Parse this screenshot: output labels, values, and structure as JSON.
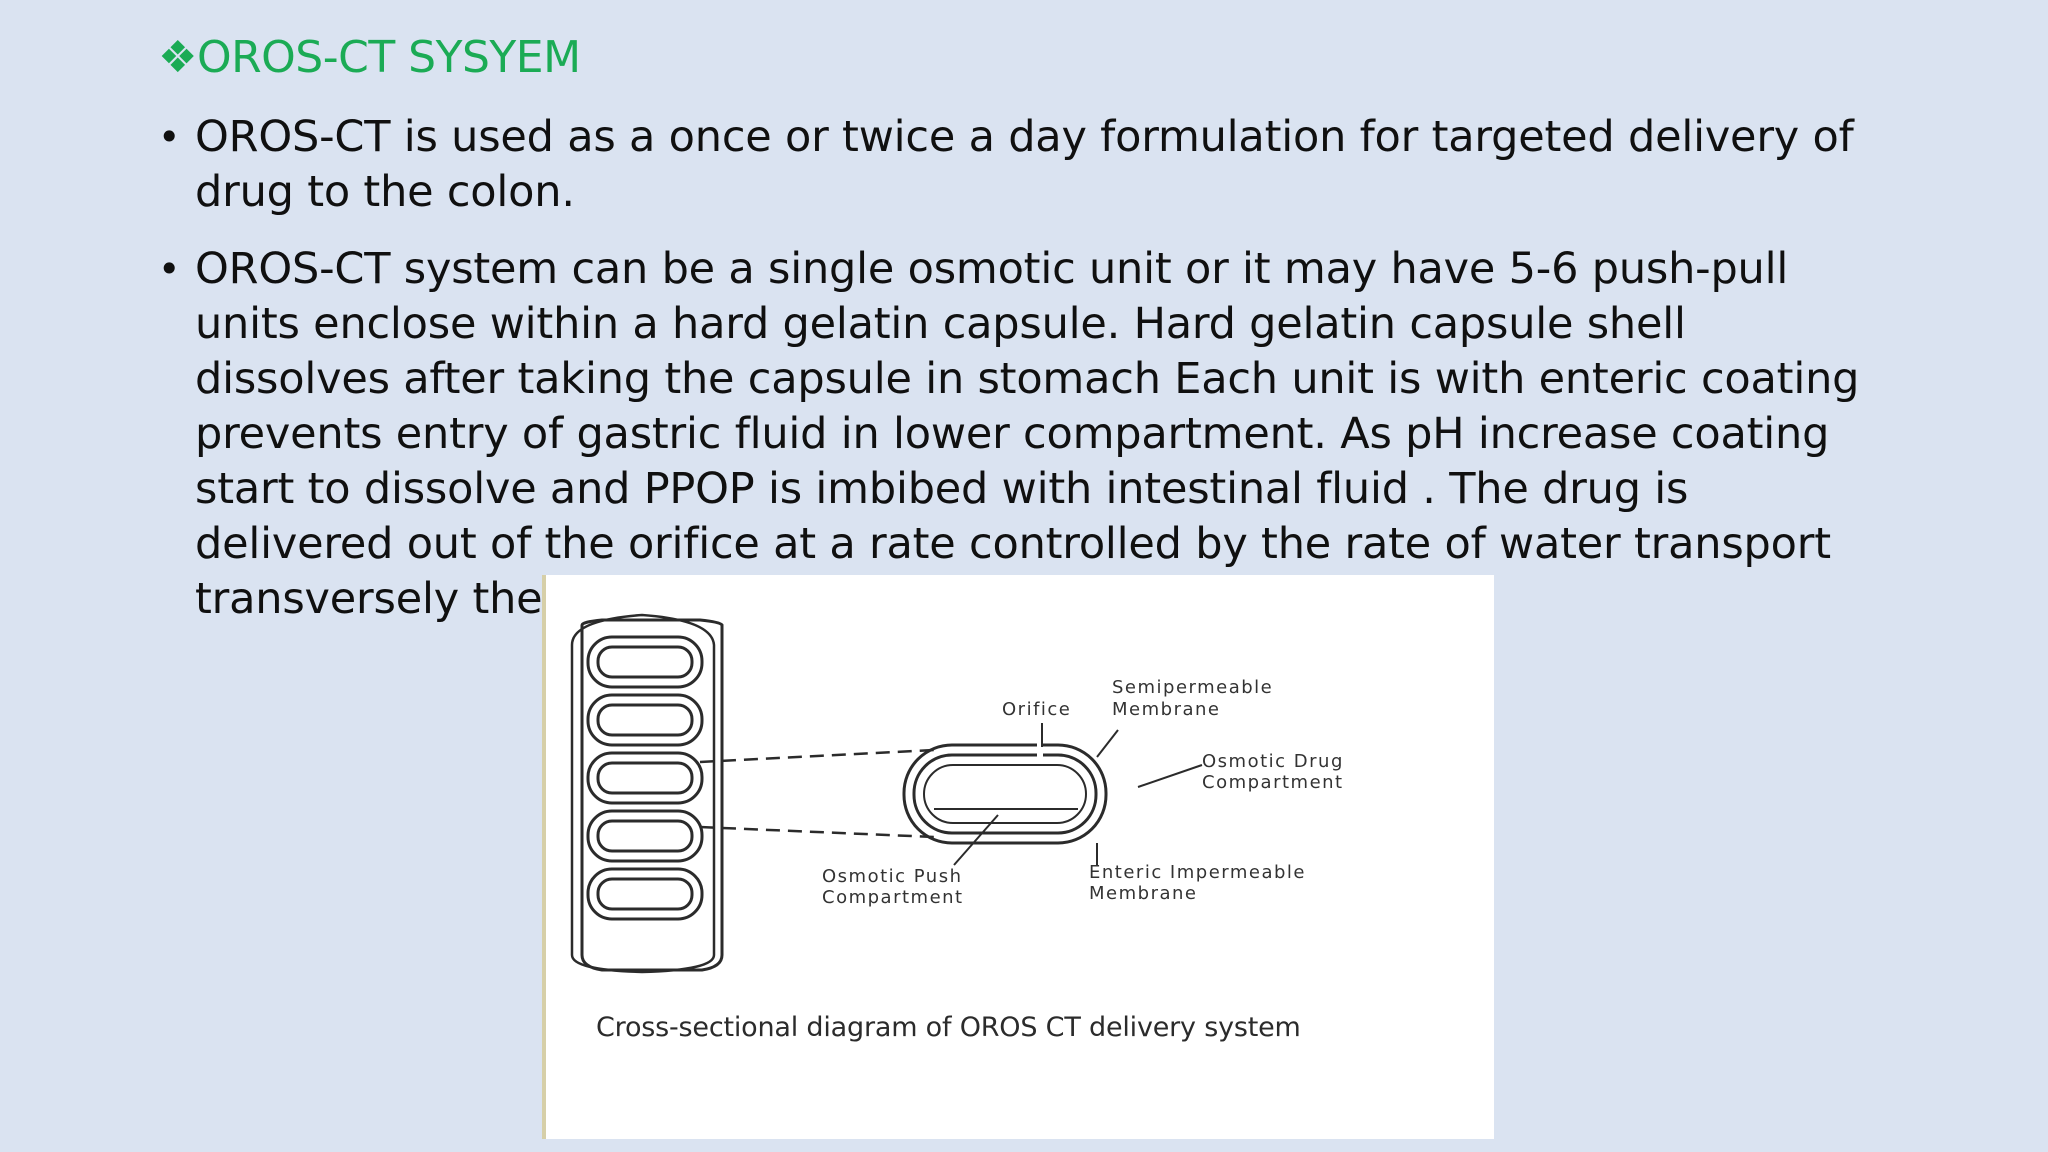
{
  "slide": {
    "heading_symbol": "❖",
    "heading": "OROS-CT SYSYEM",
    "bullets": [
      "OROS-CT is used as a once or twice a day formulation for targeted delivery of drug to the colon.",
      "OROS-CT system can be a single osmotic unit or it may have 5-6 push-pull units enclose within a hard gelatin capsule. Hard gelatin capsule shell dissolves after taking the capsule in stomach Each unit is with enteric coating prevents entry of gastric fluid in lower compartment. As pH increase coating start to dissolve and PPOP is imbibed with intestinal fluid . The drug is delivered out of the orifice at a rate controlled by the rate of water transport transversely the membrane."
    ],
    "bullet_symbol": "•"
  },
  "figure": {
    "labels": {
      "orifice": "Orifice",
      "semipermeable_1": "Semipermeable",
      "semipermeable_2": "Membrane",
      "osmotic_drug_1": "Osmotic Drug",
      "osmotic_drug_2": "Compartment",
      "osmotic_push_1": "Osmotic Push",
      "osmotic_push_2": "Compartment",
      "enteric_1": "Enteric Impermeable",
      "enteric_2": "Membrane"
    },
    "caption": "Cross-sectional diagram of OROS CT delivery system"
  },
  "colors": {
    "background": "#dae3f1",
    "heading": "#1bab55",
    "text": "#101010"
  }
}
